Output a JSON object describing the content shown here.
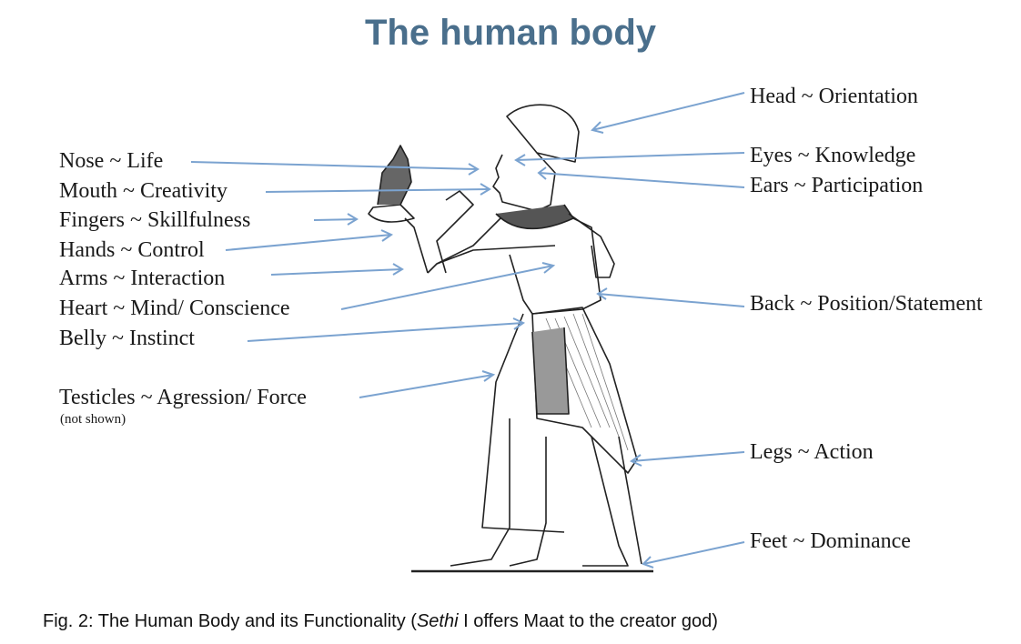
{
  "title": "The human body",
  "left_labels": [
    {
      "part": "Nose",
      "meaning": "Life"
    },
    {
      "part": "Mouth",
      "meaning": "Creativity"
    },
    {
      "part": "Fingers",
      "meaning": "Skillfulness"
    },
    {
      "part": "Hands",
      "meaning": "Control"
    },
    {
      "part": "Arms",
      "meaning": "Interaction"
    },
    {
      "part": "Heart",
      "meaning": "Mind/ Conscience"
    },
    {
      "part": "Belly",
      "meaning": "Instinct"
    },
    {
      "part": "Testicles",
      "meaning": "Agression/ Force"
    }
  ],
  "testicles_note": "(not shown)",
  "right_labels": [
    {
      "part": "Head",
      "meaning": "Orientation"
    },
    {
      "part": "Eyes",
      "meaning": "Knowledge"
    },
    {
      "part": "Ears",
      "meaning": "Participation"
    },
    {
      "part": "Back",
      "meaning": "Position/Statement"
    },
    {
      "part": "Legs",
      "meaning": "Action"
    },
    {
      "part": "Feet",
      "meaning": "Dominance"
    }
  ],
  "separator": "~",
  "caption": {
    "prefix": "Fig. 2: The Human Body and its Functionality (",
    "italic": "Sethi",
    "suffix": " I offers Maat to the creator god)"
  },
  "colors": {
    "title": "#4a6f8c",
    "arrow": "#7ba3d0"
  }
}
